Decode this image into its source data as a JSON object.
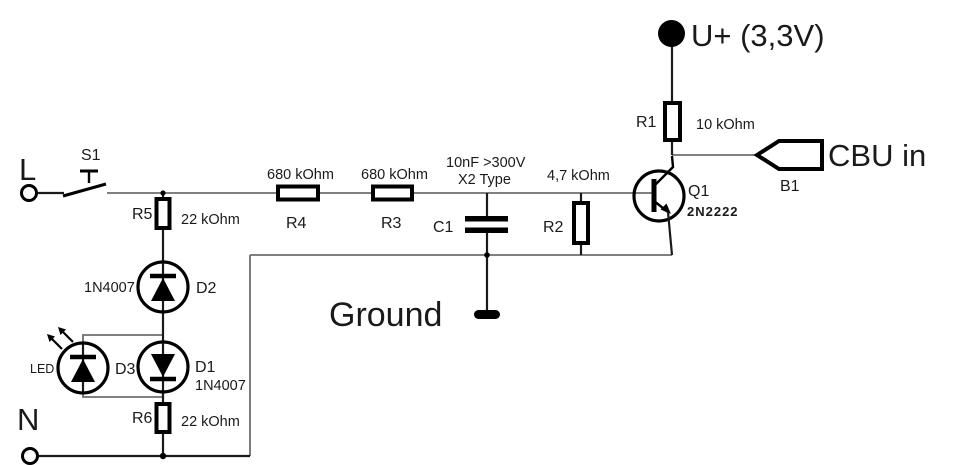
{
  "schematic": {
    "terminals": {
      "live": "L",
      "neutral": "N",
      "supply": "U+ (3,3V)",
      "cbu": "CBU in",
      "ground": "Ground"
    },
    "colors": {
      "live": "#4a2433",
      "neutral": "#4293d5",
      "supply": "#fb0505",
      "cbu": "#fcae17"
    },
    "components": {
      "s1": {
        "ref": "S1"
      },
      "r1": {
        "ref": "R1",
        "value": "10 kOhm"
      },
      "r2": {
        "ref": "R2",
        "value": "4,7 kOhm"
      },
      "r3": {
        "ref": "R3",
        "value": "680 kOhm"
      },
      "r4": {
        "ref": "R4",
        "value": "680 kOhm"
      },
      "r5": {
        "ref": "R5",
        "value": "22 kOhm"
      },
      "r6": {
        "ref": "R6",
        "value": "22 kOhm"
      },
      "c1": {
        "ref": "C1",
        "value": "10nF >300V",
        "type": "X2 Type"
      },
      "q1": {
        "ref": "Q1",
        "part": "2N2222"
      },
      "d1": {
        "ref": "D1",
        "part": "1N4007"
      },
      "d2": {
        "ref": "D2",
        "part": "1N4007"
      },
      "d3": {
        "ref": "D3",
        "part": "LED"
      },
      "b1": {
        "ref": "B1"
      }
    }
  }
}
